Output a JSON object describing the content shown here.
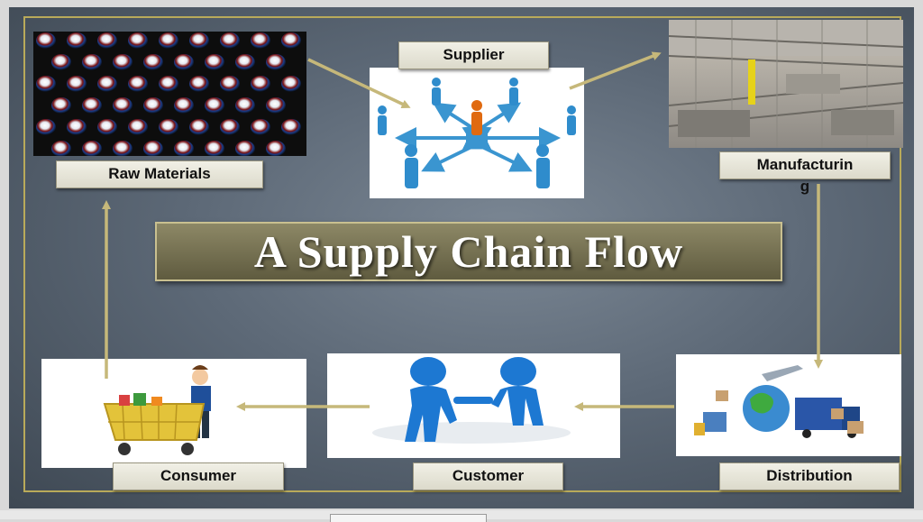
{
  "title": "A Supply Chain Flow",
  "nodes": {
    "supplier": "Supplier",
    "raw_materials": "Raw Materials",
    "manufacturing": "Manufacturin\ng",
    "distribution": "Distribution",
    "customer": "Customer",
    "consumer": "Consumer"
  },
  "colors": {
    "background": "#5d6977",
    "frame": "#b9aa5a",
    "arrow": "#c6b87a",
    "title_box": "#7a7554",
    "person_blue": "#2a86c8",
    "person_orange": "#e06a10"
  }
}
